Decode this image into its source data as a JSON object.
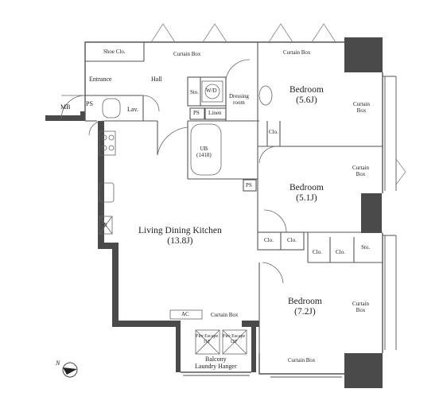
{
  "rooms": {
    "shoe_closet": "Shoe Clo.",
    "entrance": "Entrance",
    "hall": "Hall",
    "mb": "MB",
    "ps_left": "PS",
    "lav": "Lav.",
    "sto_top": "Sto.",
    "wd": "W/D",
    "ps_mid": "PS",
    "linen": "Linen",
    "dressing_room": "Dressing\nroom",
    "ub": "UB\n(1418)",
    "ps_right": "PS",
    "bedroom1": "Bedroom\n(5.6J)",
    "clo_top": "Clo.",
    "bedroom2": "Bedroom\n(5.1J)",
    "clo_a": "Clo.",
    "clo_b": "Clo.",
    "clo_c": "Clo.",
    "clo_d": "Clo.",
    "sto_right": "Sto.",
    "bedroom3": "Bedroom\n(7.2J)",
    "ldk": "Living Dining Kitchen\n(13.8J)",
    "refrigerator": "R",
    "ac": "AC",
    "fire_escape_left": "Fire Escape\n11F",
    "fire_escape_right": "Fire Escape\n12F",
    "balcony": "Balcony\nLaundry Hanger"
  },
  "curtains": {
    "top_left": "Curtain Box",
    "top_right": "Curtain Box",
    "bedroom1_side": "Curtain\nBox",
    "bedroom2_side": "Curtain\nBox",
    "bedroom3_side": "Curtain\nBox",
    "ldk_bottom": "Curtain Box",
    "bottom": "Curtain Box"
  },
  "compass": {
    "label": "N"
  },
  "colors": {
    "wall": "#4a4a4a",
    "line": "#555555"
  }
}
